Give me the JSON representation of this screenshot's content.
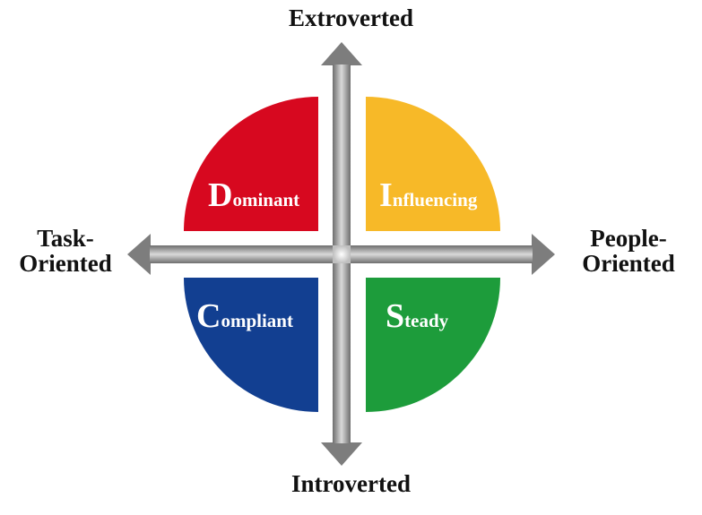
{
  "axes": {
    "top": "Extroverted",
    "bottom": "Introverted",
    "left_line1": "Task-",
    "left_line2": "Oriented",
    "right_line1": "People-",
    "right_line2": "Oriented"
  },
  "quadrants": {
    "dominant": {
      "initial": "D",
      "rest": "ominant",
      "color": "#d7081f"
    },
    "influencing": {
      "initial": "I",
      "rest": "nfluencing",
      "color": "#f7b928"
    },
    "compliant": {
      "initial": "C",
      "rest": "ompliant",
      "color": "#123f91"
    },
    "steady": {
      "initial": "S",
      "rest": "teady",
      "color": "#1d9c3b"
    }
  },
  "arrow_color": "#8a8a8a"
}
